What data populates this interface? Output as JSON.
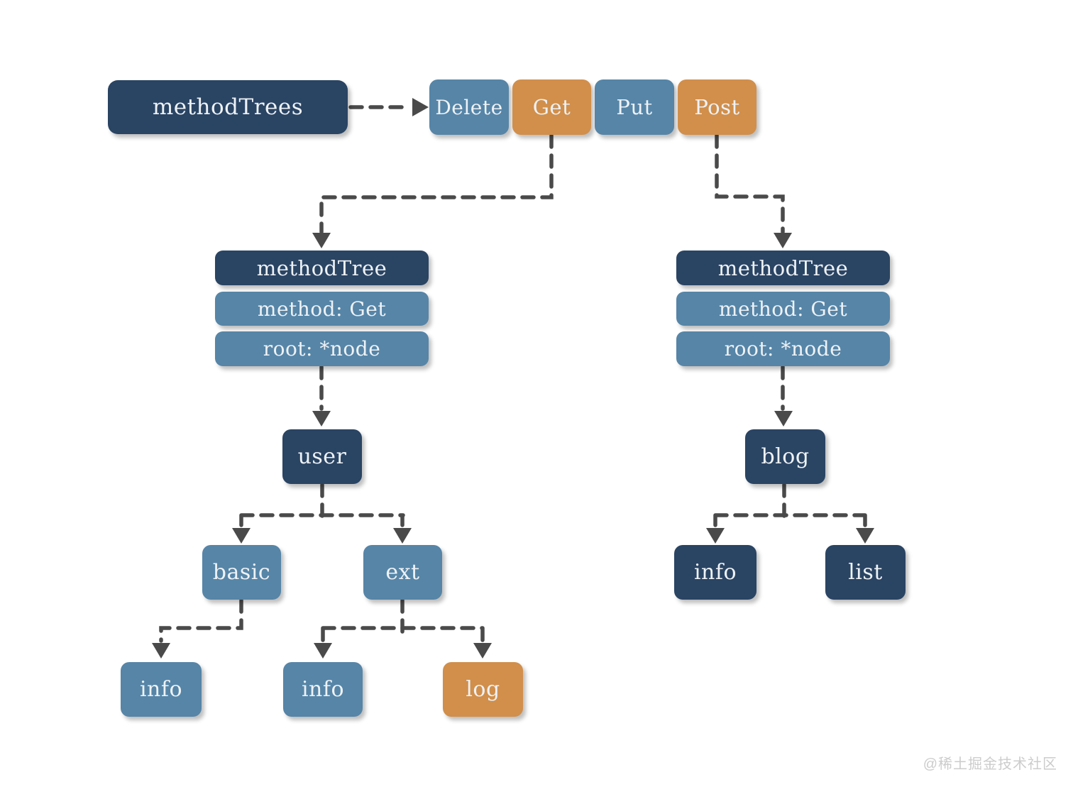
{
  "page": {
    "background": "#ffffff",
    "watermark": "@稀土掘金技术社区"
  },
  "palette": {
    "dark_navy": "#2a4463",
    "steel_blue": "#5685a7",
    "orange": "#d18f4b",
    "connector_gray": "#4a4a4a",
    "label_text": "#eef2f6",
    "watermark_gray": "#cccccc"
  },
  "nodes": {
    "method_trees": "methodTrees",
    "method_delete": "Delete",
    "method_get": "Get",
    "method_put": "Put",
    "method_post": "Post",
    "left_tree_header": "methodTree",
    "left_tree_method": "method: Get",
    "left_tree_root": "root: *node",
    "right_tree_header": "methodTree",
    "right_tree_method": "method: Get",
    "right_tree_root": "root: *node",
    "user_node": "user",
    "basic_node": "basic",
    "ext_node": "ext",
    "basic_info_leaf": "info",
    "ext_info_leaf": "info",
    "ext_log_leaf": "log",
    "blog_node": "blog",
    "blog_info_leaf": "info",
    "blog_list_leaf": "list"
  }
}
